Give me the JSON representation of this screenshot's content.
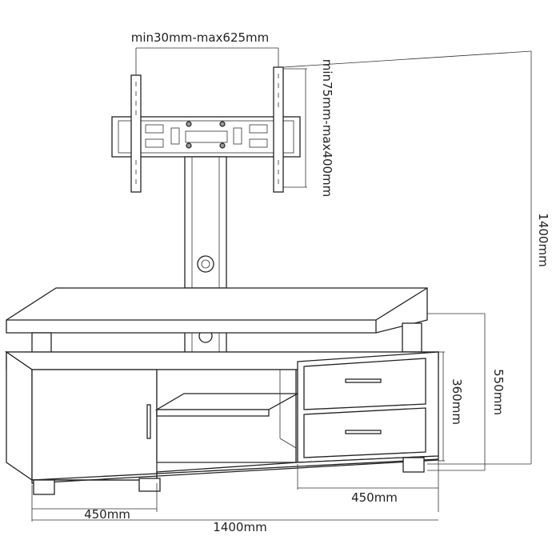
{
  "dimensions": {
    "vesa_width": "min30mm-max625mm",
    "vesa_height": "min75mm-max400mm",
    "total_height": "1400mm",
    "cabinet_height": "550mm",
    "drawer_height": "360mm",
    "left_door_width": "450mm",
    "right_drawer_width": "450mm",
    "total_width": "1400mm"
  },
  "colors": {
    "line": "#222222",
    "background": "#ffffff"
  }
}
